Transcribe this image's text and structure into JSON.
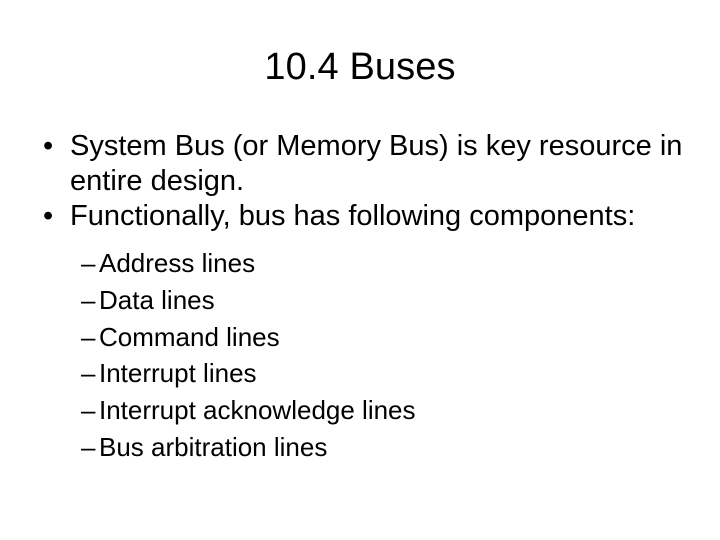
{
  "slide": {
    "title": "10.4 Buses",
    "background_color": "#ffffff",
    "text_color": "#000000",
    "level1_bullet_glyph": "•",
    "level2_bullet_glyph": "–",
    "bullets": [
      {
        "level": 1,
        "text": "System Bus (or Memory Bus) is key resource in entire design."
      },
      {
        "level": 1,
        "text": "Functionally, bus has following components:"
      }
    ],
    "sub_bullets": [
      {
        "level": 2,
        "text": "Address lines"
      },
      {
        "level": 2,
        "text": "Data lines"
      },
      {
        "level": 2,
        "text": "Command lines"
      },
      {
        "level": 2,
        "text": "Interrupt lines"
      },
      {
        "level": 2,
        "text": "Interrupt acknowledge lines"
      },
      {
        "level": 2,
        "text": "Bus arbitration lines"
      }
    ]
  }
}
